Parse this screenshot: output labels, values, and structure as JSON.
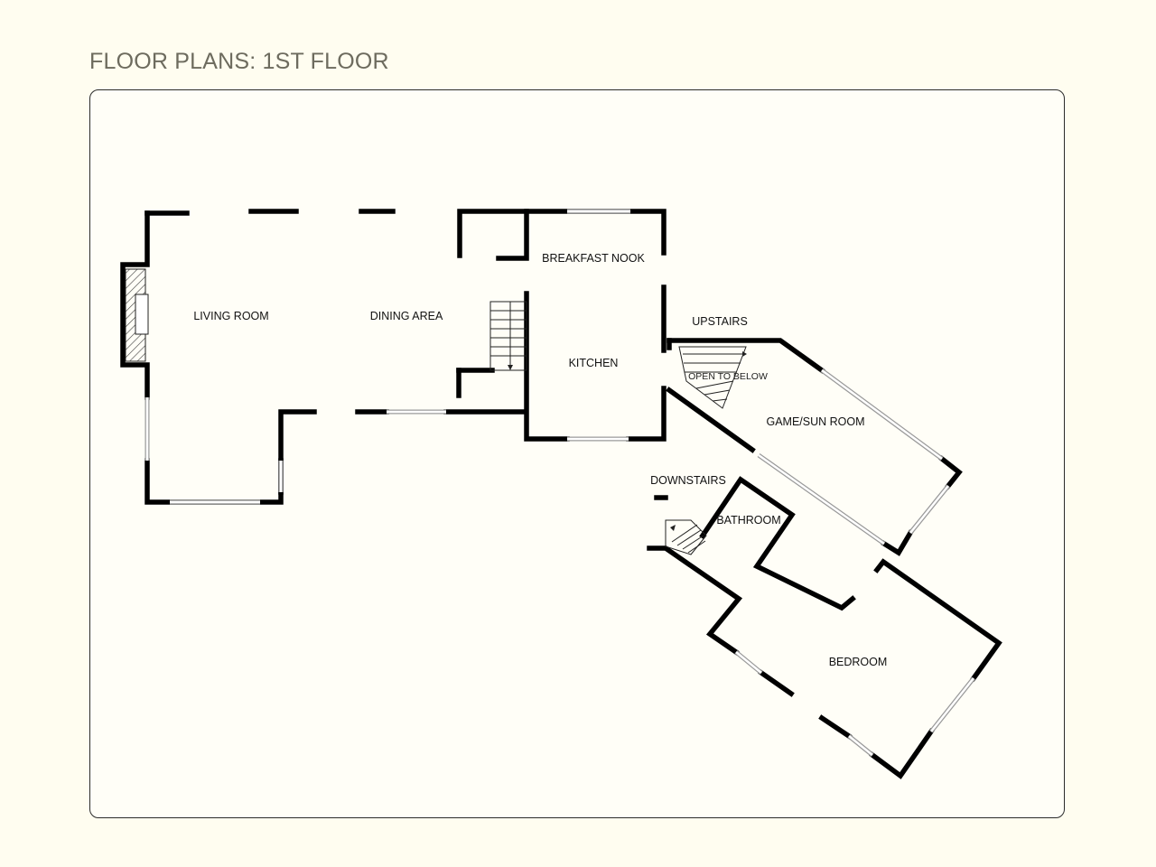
{
  "page": {
    "title": "FLOOR PLANS: 1ST FLOOR"
  },
  "rooms": {
    "living_room": "LIVING ROOM",
    "dining_area": "DINING AREA",
    "breakfast_nook": "BREAKFAST NOOK",
    "kitchen": "KITCHEN",
    "upstairs": "UPSTAIRS",
    "open_to_below": "OPEN TO BELOW",
    "game_sun_room": "GAME/SUN ROOM",
    "downstairs": "DOWNSTAIRS",
    "bathroom": "BATHROOM",
    "bedroom": "BEDROOM"
  },
  "colors": {
    "background": "#fffdf0",
    "wall": "#000000",
    "title": "#6d6b5e"
  }
}
